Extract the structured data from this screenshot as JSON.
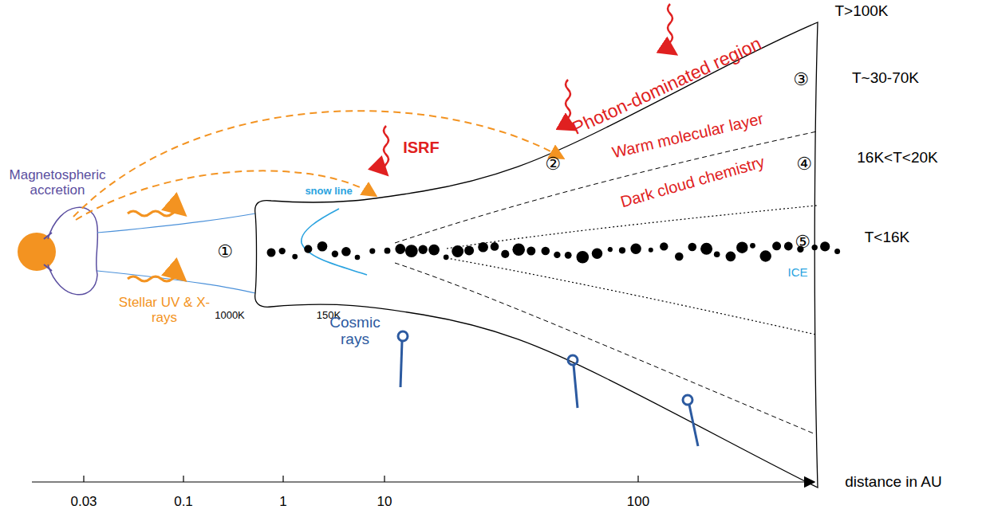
{
  "diagram": {
    "nodes": [
      {
        "text": [
          "①"
        ]
      },
      {
        "text": [
          "②"
        ]
      },
      {
        "text": [
          "③"
        ]
      },
      {
        "text": [
          "④"
        ]
      },
      {
        "text": [
          "⑤"
        ]
      }
    ],
    "labels": [
      "T>100K",
      "T~30-70K",
      "16K<T<20K",
      "T<16K",
      "Photon-dominated region",
      "Warm molecular layer",
      "Dark cloud chemistry",
      "ISRF",
      "Magnetospheric accretion",
      "Stellar UV & X-rays",
      "snow line",
      "1000K",
      "150K",
      "ICE",
      "Cosmic rays",
      "0.03",
      "0.1",
      "1",
      "10",
      "100",
      "distance in AU"
    ]
  }
}
